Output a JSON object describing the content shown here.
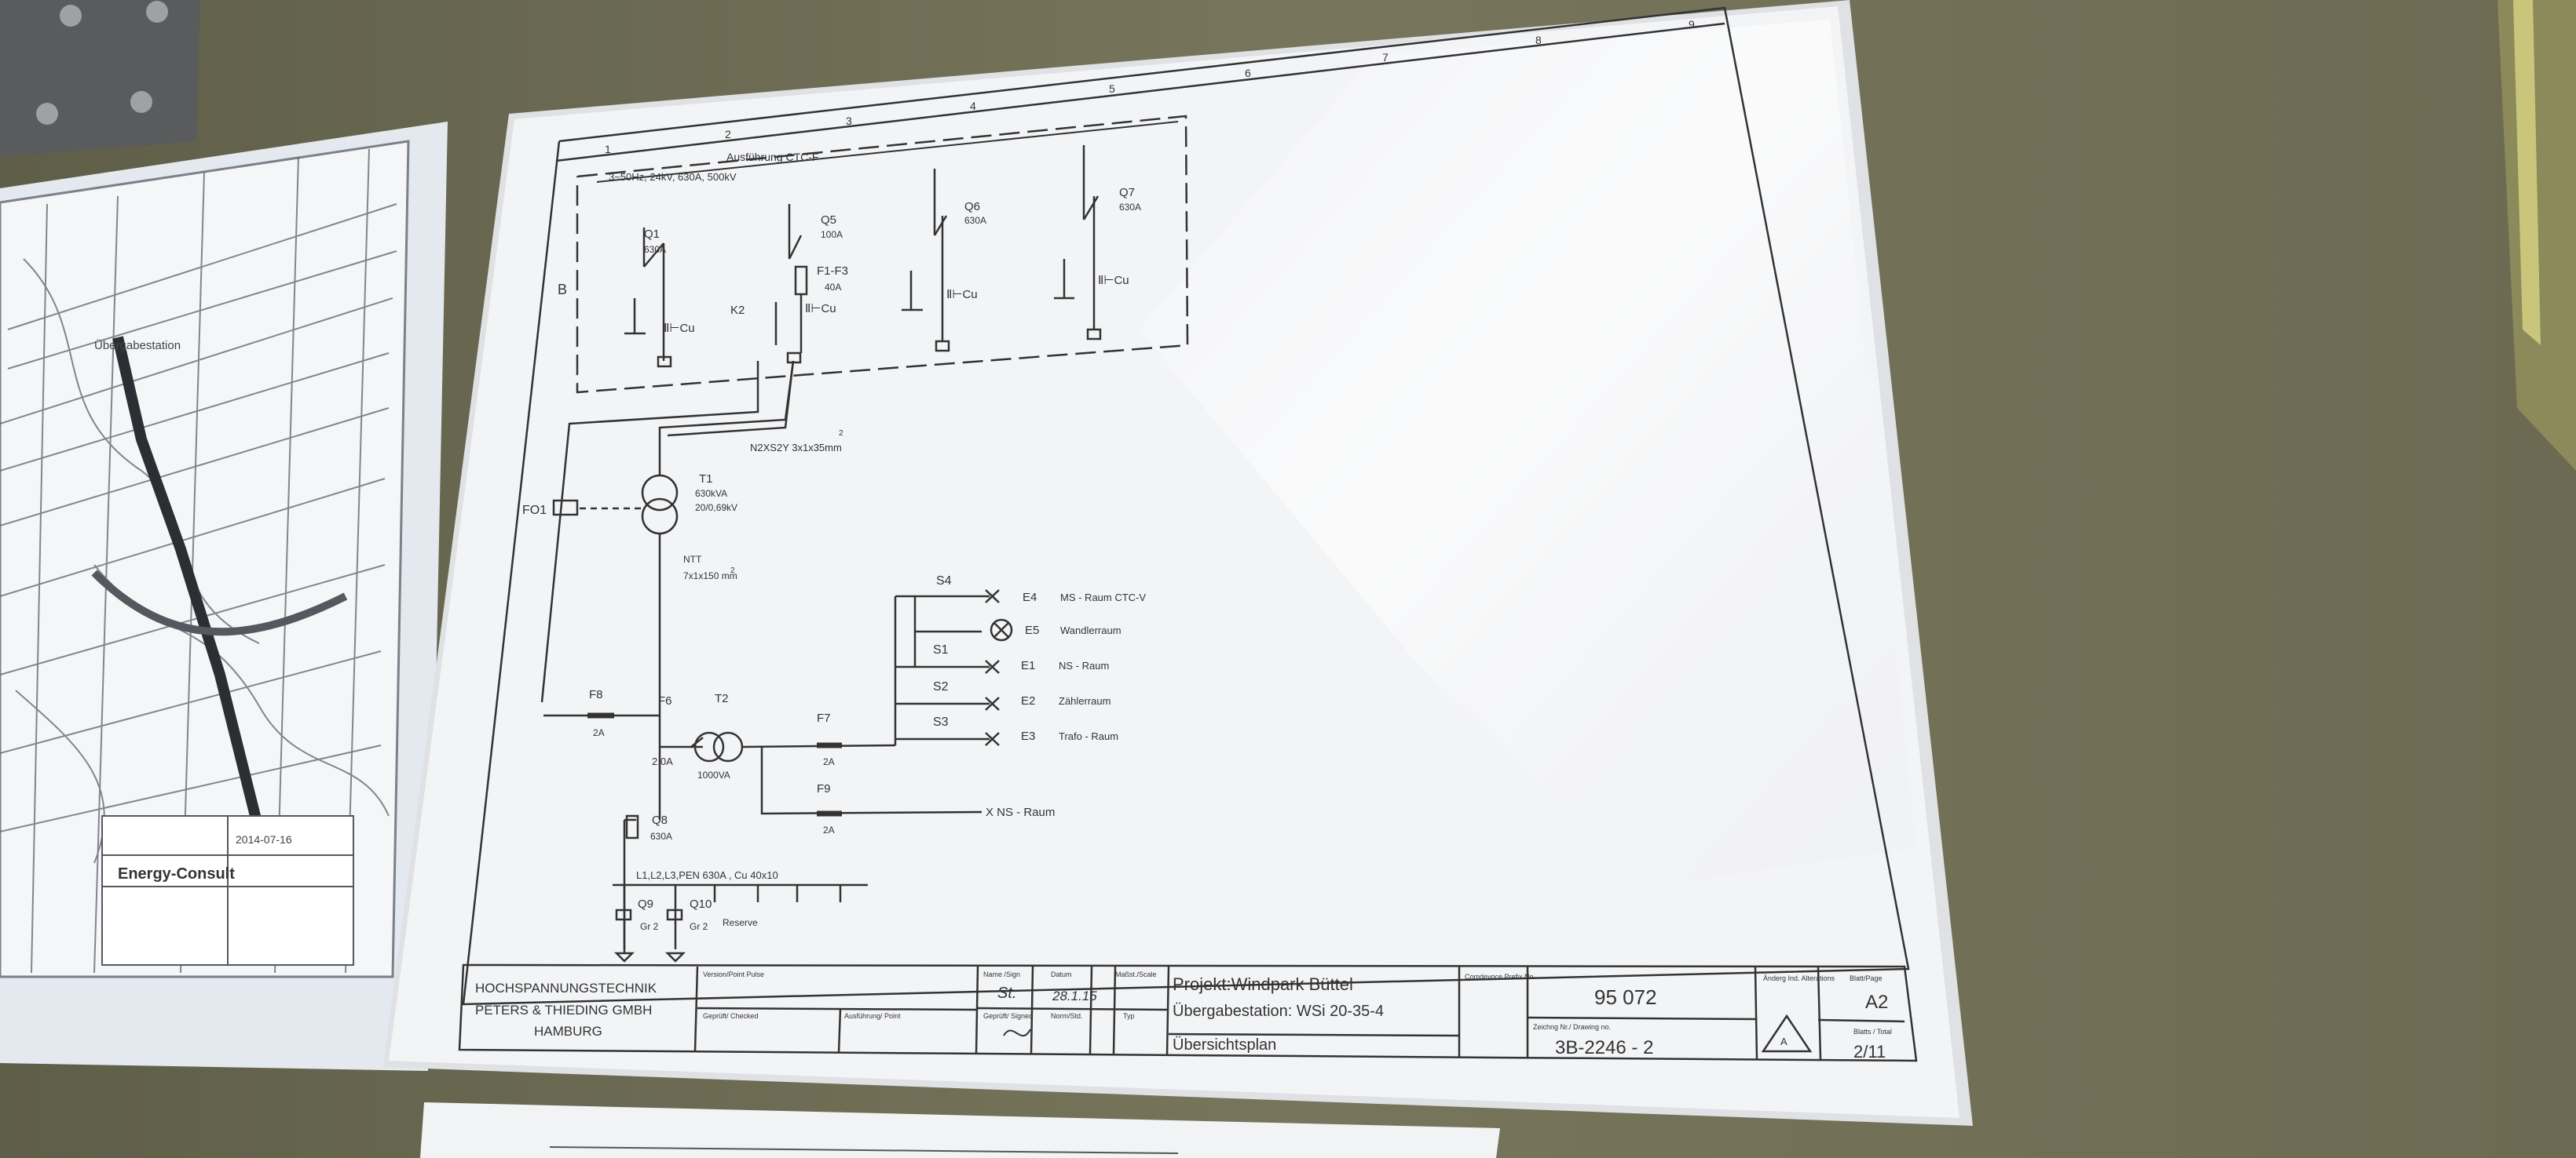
{
  "frame": {
    "columns": [
      "1",
      "2",
      "3",
      "4",
      "5",
      "6",
      "7",
      "8",
      "9"
    ],
    "row_letter": "B"
  },
  "top_panel": {
    "label": "Ausführung CTC-F",
    "spec": "3~50Hz, 24kV, 630A, 500kV"
  },
  "switchgear": {
    "q1": {
      "name": "Q1",
      "rating": "630A"
    },
    "q5": {
      "name": "Q5",
      "rating": "100A"
    },
    "f1f3": {
      "name": "F1-F3",
      "rating": "40A"
    },
    "q6": {
      "name": "Q6",
      "rating": "630A"
    },
    "q7": {
      "name": "Q7",
      "rating": "630A"
    },
    "k2": "K2",
    "earth_switch_mark": "Ⅱ⊢Cu"
  },
  "cable": {
    "label": "N2XS2Y 3x1x35mm",
    "sup": "2"
  },
  "transformer": {
    "name": "T1",
    "power": "630kVA",
    "ratio": "20/0,69kV"
  },
  "fo1": "FO1",
  "ntt": {
    "name": "NTT",
    "spec": "7x1x150 mm",
    "sup": "2"
  },
  "aux": {
    "f8": {
      "name": "F8",
      "rating": "2A"
    },
    "f6": {
      "name": "F6",
      "rating": "2,0A"
    },
    "t2": {
      "name": "T2",
      "power": "1000VA"
    },
    "f7": {
      "name": "F7",
      "rating": "2A"
    },
    "f9": {
      "name": "F9",
      "rating": "2A"
    },
    "x_ns": "X  NS - Raum"
  },
  "switches": [
    "S4",
    "S1",
    "S2",
    "S3"
  ],
  "lights": [
    {
      "id": "E4",
      "label": "MS - Raum CTC-V"
    },
    {
      "id": "E5",
      "label": "Wandlerraum"
    },
    {
      "id": "E1",
      "label": "NS - Raum"
    },
    {
      "id": "E2",
      "label": "Zählerraum"
    },
    {
      "id": "E3",
      "label": "Trafo - Raum"
    }
  ],
  "lv": {
    "q8": {
      "name": "Q8",
      "rating": "630A"
    },
    "busbar": "L1,L2,L3,PEN 630A , Cu 40x10",
    "q9": {
      "name": "Q9",
      "rating": "Gr 2"
    },
    "q10": {
      "name": "Q10",
      "rating": "Gr 2"
    },
    "reserve": "Reserve"
  },
  "title_block": {
    "company": [
      "HOCHSPANNUNGSTECHNIK",
      "PETERS & THIEDING GMBH",
      "HAMBURG"
    ],
    "hdr_version": "Version/Point Pulse",
    "hdr_name": "Name /Sign",
    "hdr_date": "Datum",
    "hdr_scale": "Maßst./Scale",
    "hdr_geprueft": "Geprüft/ Checked",
    "hdr_ausfuehrung": "Ausführung/ Point",
    "hdr_gepr": "Geprüft/ Signed",
    "hdr_norm": "Norm/Std.",
    "hdr_typ": "Typ",
    "signed_name": "St.",
    "signed_date": "28.1.15",
    "project_line1": "Projekt:Windpark Büttel",
    "project_line2": "Übergabestation: WSi 20-35-4",
    "project_line3": "Übersichtsplan",
    "order_hdr": "Comdevoce Prefix No.",
    "order_no": "95 072",
    "drawing_hdr": "Zeichng Nr./ Drawing no.",
    "drawing_no": "3B-2246 - 2",
    "rev_hdr": "Änderg Ind. Alterations",
    "rev_mark": "A",
    "sheet_hdr": "Blatt/Page",
    "format": "A2",
    "total_hdr": "Blatts / Total",
    "page": "2/11"
  },
  "map_sheet": {
    "label1": "Übergabestation",
    "brand": "Energy-Consult",
    "date1": "2014-07-16"
  }
}
